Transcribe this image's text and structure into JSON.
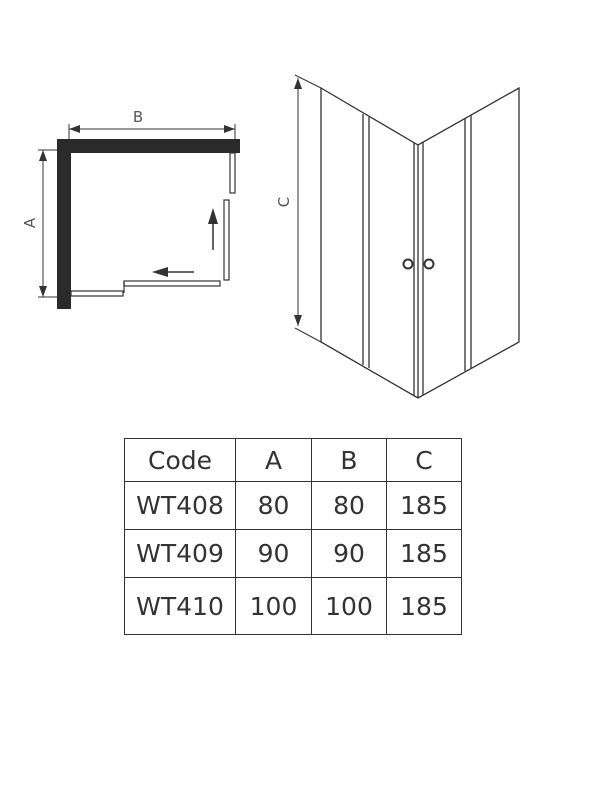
{
  "plan_view": {
    "label_a": "A",
    "label_b": "B"
  },
  "elevation_view": {
    "label_c": "C"
  },
  "table": {
    "headers": [
      "Code",
      "A",
      "B",
      "C"
    ],
    "rows": [
      [
        "WT408",
        "80",
        "80",
        "185"
      ],
      [
        "WT409",
        "90",
        "90",
        "185"
      ],
      [
        "WT410",
        "100",
        "100",
        "185"
      ]
    ]
  }
}
